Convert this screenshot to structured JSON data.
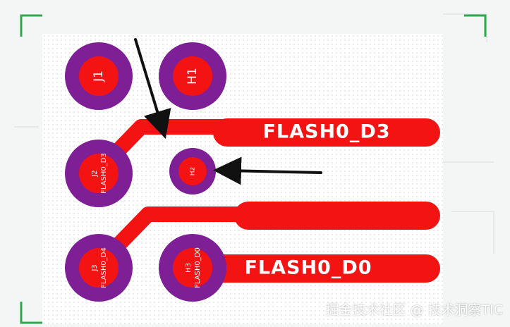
{
  "colors": {
    "background": "#f4f5f5",
    "board": "#ffffff",
    "grid_dot": "#cfd3d3",
    "corner_bracket": "#2ea84f",
    "pad_ring": "#7e1f96",
    "copper": "#f31313",
    "text": "#ffffff",
    "arrow": "#111111"
  },
  "pads": {
    "j1": {
      "designator": "J1"
    },
    "h1": {
      "designator": "H1"
    },
    "j2": {
      "designator": "J2",
      "net": "FLASH0_D3"
    },
    "h2": {
      "designator": "H2"
    },
    "j3": {
      "designator": "J3",
      "net": "FLASH0_D4"
    },
    "h3": {
      "designator": "H3",
      "net": "FLASH0_D0"
    }
  },
  "traces": {
    "top_label": "FLASH0_D3",
    "bottom_label": "FLASH0_D0"
  },
  "watermark": "掘金技术社区 @ 技术洞察TIC"
}
